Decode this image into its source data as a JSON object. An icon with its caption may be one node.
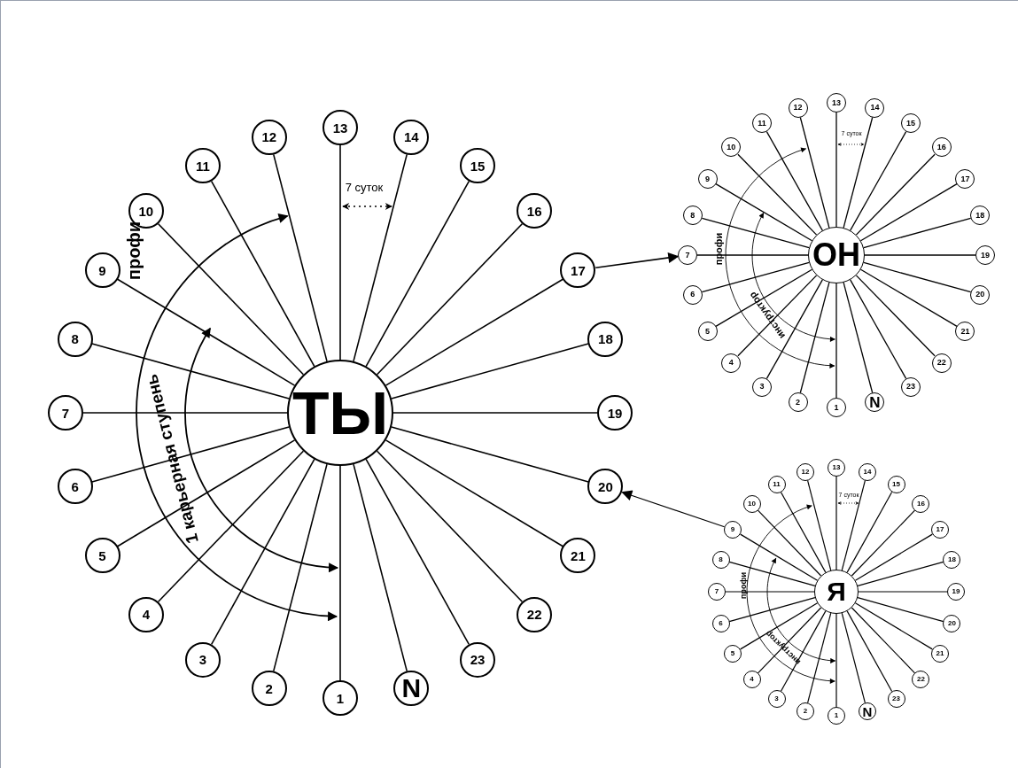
{
  "diagram": {
    "nodes": [
      {
        "text": [
          "ТЫ"
        ]
      },
      {
        "text": [
          "1"
        ]
      },
      {
        "text": [
          "2"
        ]
      },
      {
        "text": [
          "3"
        ]
      },
      {
        "text": [
          "4"
        ]
      },
      {
        "text": [
          "5"
        ]
      },
      {
        "text": [
          "6"
        ]
      },
      {
        "text": [
          "7"
        ]
      },
      {
        "text": [
          "8"
        ]
      },
      {
        "text": [
          "9"
        ]
      },
      {
        "text": [
          "10"
        ]
      },
      {
        "text": [
          "11"
        ]
      },
      {
        "text": [
          "12"
        ]
      },
      {
        "text": [
          "13"
        ]
      },
      {
        "text": [
          "14"
        ]
      },
      {
        "text": [
          "15"
        ]
      },
      {
        "text": [
          "16"
        ]
      },
      {
        "text": [
          "17"
        ]
      },
      {
        "text": [
          "18"
        ]
      },
      {
        "text": [
          "19"
        ]
      },
      {
        "text": [
          "20"
        ]
      },
      {
        "text": [
          "21"
        ]
      },
      {
        "text": [
          "22"
        ]
      },
      {
        "text": [
          "23"
        ]
      },
      {
        "text": [
          "N"
        ]
      },
      {
        "text": [
          "ОН"
        ]
      },
      {
        "text": [
          "1"
        ]
      },
      {
        "text": [
          "2"
        ]
      },
      {
        "text": [
          "3"
        ]
      },
      {
        "text": [
          "4"
        ]
      },
      {
        "text": [
          "5"
        ]
      },
      {
        "text": [
          "6"
        ]
      },
      {
        "text": [
          "7"
        ]
      },
      {
        "text": [
          "8"
        ]
      },
      {
        "text": [
          "9"
        ]
      },
      {
        "text": [
          "10"
        ]
      },
      {
        "text": [
          "11"
        ]
      },
      {
        "text": [
          "12"
        ]
      },
      {
        "text": [
          "13"
        ]
      },
      {
        "text": [
          "14"
        ]
      },
      {
        "text": [
          "15"
        ]
      },
      {
        "text": [
          "16"
        ]
      },
      {
        "text": [
          "17"
        ]
      },
      {
        "text": [
          "18"
        ]
      },
      {
        "text": [
          "19"
        ]
      },
      {
        "text": [
          "20"
        ]
      },
      {
        "text": [
          "21"
        ]
      },
      {
        "text": [
          "22"
        ]
      },
      {
        "text": [
          "23"
        ]
      },
      {
        "text": [
          "N"
        ]
      },
      {
        "text": [
          "Я"
        ]
      },
      {
        "text": [
          "1"
        ]
      },
      {
        "text": [
          "2"
        ]
      },
      {
        "text": [
          "3"
        ]
      },
      {
        "text": [
          "4"
        ]
      },
      {
        "text": [
          "5"
        ]
      },
      {
        "text": [
          "6"
        ]
      },
      {
        "text": [
          "7"
        ]
      },
      {
        "text": [
          "8"
        ]
      },
      {
        "text": [
          "9"
        ]
      },
      {
        "text": [
          "10"
        ]
      },
      {
        "text": [
          "11"
        ]
      },
      {
        "text": [
          "12"
        ]
      },
      {
        "text": [
          "13"
        ]
      },
      {
        "text": [
          "14"
        ]
      },
      {
        "text": [
          "15"
        ]
      },
      {
        "text": [
          "16"
        ]
      },
      {
        "text": [
          "17"
        ]
      },
      {
        "text": [
          "18"
        ]
      },
      {
        "text": [
          "19"
        ]
      },
      {
        "text": [
          "20"
        ]
      },
      {
        "text": [
          "21"
        ]
      },
      {
        "text": [
          "22"
        ]
      },
      {
        "text": [
          "23"
        ]
      },
      {
        "text": [
          "N"
        ]
      }
    ],
    "edges": [
      {
        "from": 0,
        "to": 1,
        "arrow": "none"
      },
      {
        "from": 0,
        "to": 2,
        "arrow": "none"
      },
      {
        "from": 0,
        "to": 3,
        "arrow": "none"
      },
      {
        "from": 0,
        "to": 4,
        "arrow": "none"
      },
      {
        "from": 0,
        "to": 5,
        "arrow": "none"
      },
      {
        "from": 0,
        "to": 6,
        "arrow": "none"
      },
      {
        "from": 0,
        "to": 7,
        "arrow": "none"
      },
      {
        "from": 0,
        "to": 8,
        "arrow": "none"
      },
      {
        "from": 0,
        "to": 9,
        "arrow": "none"
      },
      {
        "from": 0,
        "to": 10,
        "arrow": "none"
      },
      {
        "from": 0,
        "to": 11,
        "arrow": "none"
      },
      {
        "from": 0,
        "to": 12,
        "arrow": "none"
      },
      {
        "from": 0,
        "to": 13,
        "arrow": "none"
      },
      {
        "from": 0,
        "to": 14,
        "arrow": "none"
      },
      {
        "from": 0,
        "to": 15,
        "arrow": "none"
      },
      {
        "from": 0,
        "to": 16,
        "arrow": "none"
      },
      {
        "from": 0,
        "to": 17,
        "arrow": "none"
      },
      {
        "from": 0,
        "to": 18,
        "arrow": "none"
      },
      {
        "from": 0,
        "to": 19,
        "arrow": "none"
      },
      {
        "from": 0,
        "to": 20,
        "arrow": "none"
      },
      {
        "from": 0,
        "to": 21,
        "arrow": "none"
      },
      {
        "from": 0,
        "to": 22,
        "arrow": "none"
      },
      {
        "from": 0,
        "to": 23,
        "arrow": "none"
      },
      {
        "from": 0,
        "to": 24,
        "arrow": "none"
      },
      {
        "from": 25,
        "to": 26,
        "arrow": "none"
      },
      {
        "from": 25,
        "to": 27,
        "arrow": "none"
      },
      {
        "from": 25,
        "to": 28,
        "arrow": "none"
      },
      {
        "from": 25,
        "to": 29,
        "arrow": "none"
      },
      {
        "from": 25,
        "to": 30,
        "arrow": "none"
      },
      {
        "from": 25,
        "to": 31,
        "arrow": "none"
      },
      {
        "from": 25,
        "to": 32,
        "arrow": "none"
      },
      {
        "from": 25,
        "to": 33,
        "arrow": "none"
      },
      {
        "from": 25,
        "to": 34,
        "arrow": "none"
      },
      {
        "from": 25,
        "to": 35,
        "arrow": "none"
      },
      {
        "from": 25,
        "to": 36,
        "arrow": "none"
      },
      {
        "from": 25,
        "to": 37,
        "arrow": "none"
      },
      {
        "from": 25,
        "to": 38,
        "arrow": "none"
      },
      {
        "from": 25,
        "to": 39,
        "arrow": "none"
      },
      {
        "from": 25,
        "to": 40,
        "arrow": "none"
      },
      {
        "from": 25,
        "to": 41,
        "arrow": "none"
      },
      {
        "from": 25,
        "to": 42,
        "arrow": "none"
      },
      {
        "from": 25,
        "to": 43,
        "arrow": "none"
      },
      {
        "from": 25,
        "to": 44,
        "arrow": "none"
      },
      {
        "from": 25,
        "to": 45,
        "arrow": "none"
      },
      {
        "from": 25,
        "to": 46,
        "arrow": "none"
      },
      {
        "from": 25,
        "to": 47,
        "arrow": "none"
      },
      {
        "from": 25,
        "to": 48,
        "arrow": "none"
      },
      {
        "from": 25,
        "to": 49,
        "arrow": "none"
      },
      {
        "from": 50,
        "to": 51,
        "arrow": "none"
      },
      {
        "from": 50,
        "to": 52,
        "arrow": "none"
      },
      {
        "from": 50,
        "to": 53,
        "arrow": "none"
      },
      {
        "from": 50,
        "to": 54,
        "arrow": "none"
      },
      {
        "from": 50,
        "to": 55,
        "arrow": "none"
      },
      {
        "from": 50,
        "to": 56,
        "arrow": "none"
      },
      {
        "from": 50,
        "to": 57,
        "arrow": "none"
      },
      {
        "from": 50,
        "to": 58,
        "arrow": "none"
      },
      {
        "from": 50,
        "to": 59,
        "arrow": "none"
      },
      {
        "from": 50,
        "to": 60,
        "arrow": "none"
      },
      {
        "from": 50,
        "to": 61,
        "arrow": "none"
      },
      {
        "from": 50,
        "to": 62,
        "arrow": "none"
      },
      {
        "from": 50,
        "to": 63,
        "arrow": "none"
      },
      {
        "from": 50,
        "to": 64,
        "arrow": "none"
      },
      {
        "from": 50,
        "to": 65,
        "arrow": "none"
      },
      {
        "from": 50,
        "to": 66,
        "arrow": "none"
      },
      {
        "from": 50,
        "to": 67,
        "arrow": "none"
      },
      {
        "from": 50,
        "to": 68,
        "arrow": "none"
      },
      {
        "from": 50,
        "to": 69,
        "arrow": "none"
      },
      {
        "from": 50,
        "to": 70,
        "arrow": "none"
      },
      {
        "from": 50,
        "to": 71,
        "arrow": "none"
      },
      {
        "from": 50,
        "to": 72,
        "arrow": "none"
      },
      {
        "from": 50,
        "to": 73,
        "arrow": "none"
      },
      {
        "from": 50,
        "to": 74,
        "arrow": "none"
      },
      {
        "from": 17,
        "to": 32,
        "arrow": "to"
      },
      {
        "from": 59,
        "to": 20,
        "arrow": "to"
      }
    ],
    "labels": [
      "7 суток",
      "профи",
      "1 карьерная ступень",
      "7 суток",
      "профи",
      "инструктор",
      "7 суток",
      "профи",
      "инструктор"
    ]
  }
}
